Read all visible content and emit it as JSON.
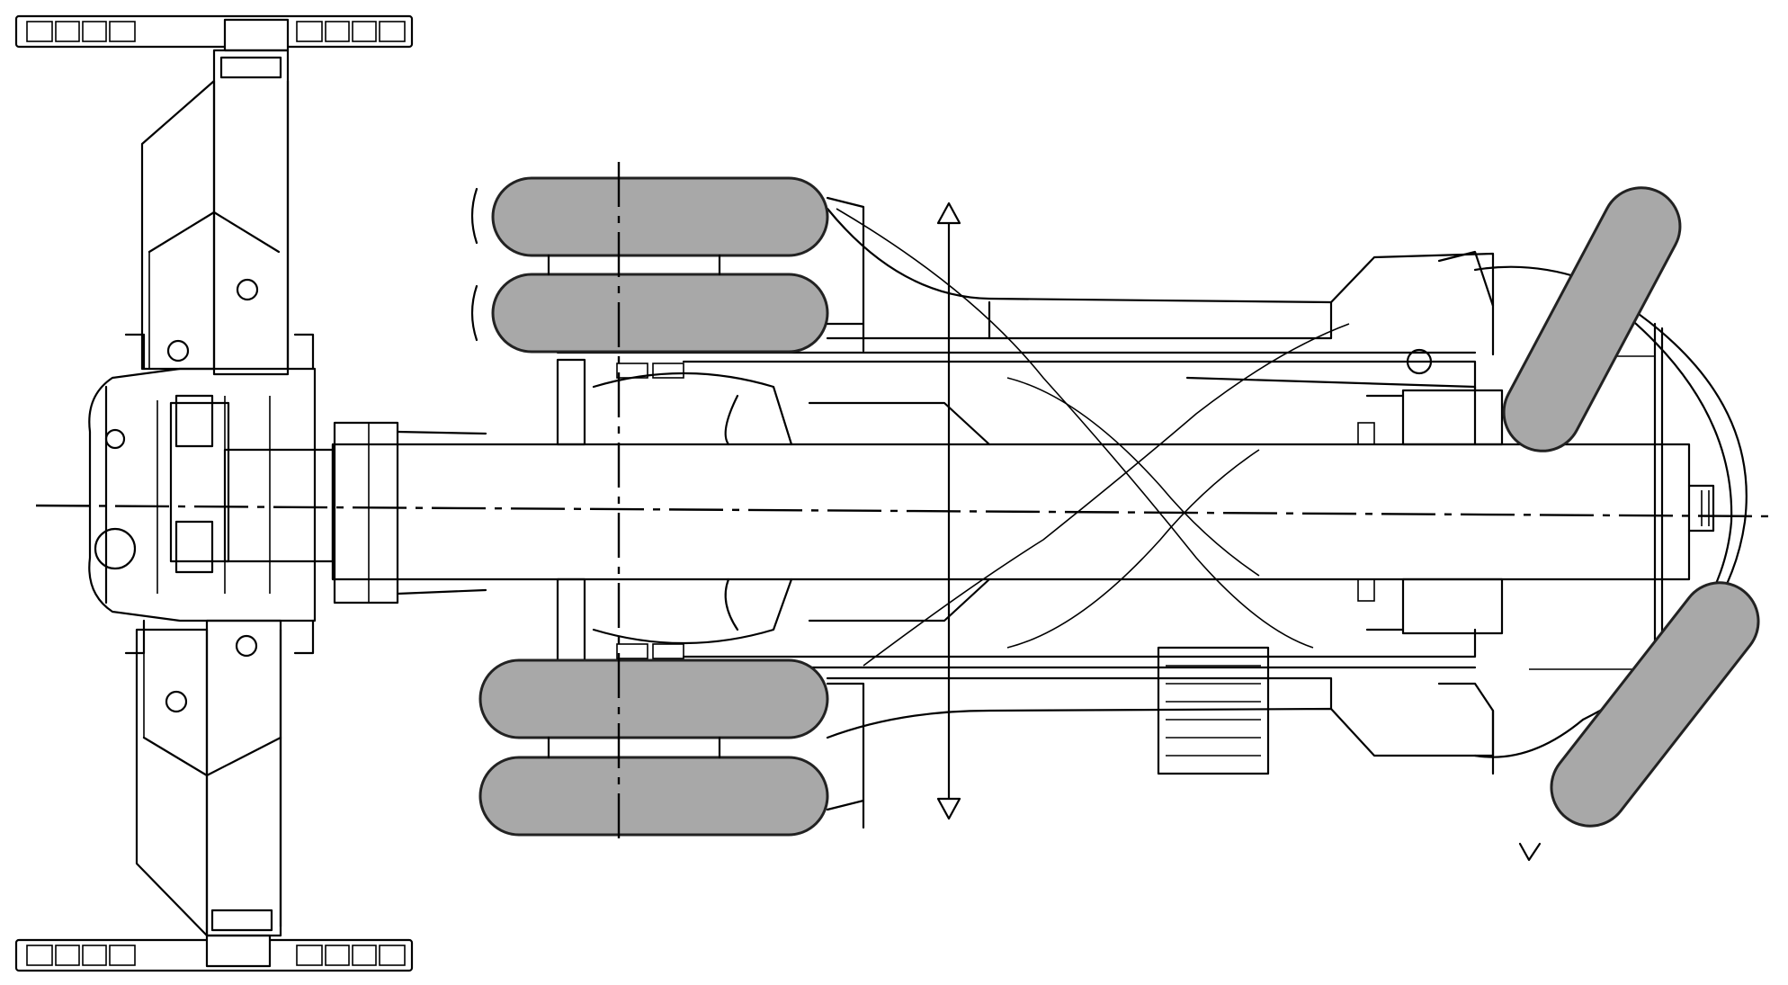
{
  "colors": {
    "background": "#ffffff",
    "line": "#000000",
    "tire_fill": "#a8a8a8",
    "tire_stroke": "#222222"
  },
  "diagram": {
    "kind": "vehicle-top-view-line-drawing",
    "parts": [
      "front-outrigger-assembly",
      "main-boom",
      "chassis-frame",
      "left-front-tire-outer",
      "left-front-tire-inner",
      "right-front-tire-outer",
      "right-front-tire-inner",
      "rear-steer-tire-top",
      "rear-steer-tire-bottom",
      "steering-axis-arrow",
      "centerline"
    ]
  }
}
